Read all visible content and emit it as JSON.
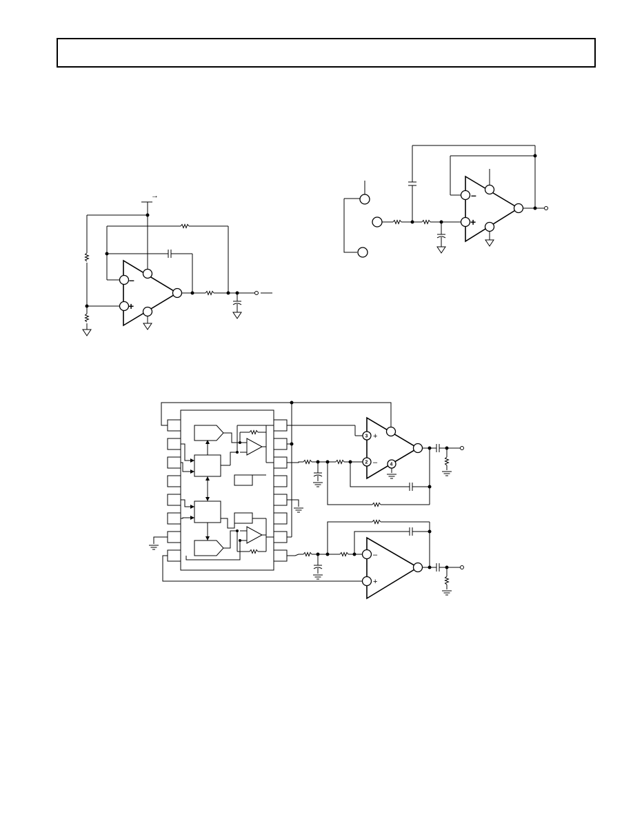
{
  "header": {
    "text": ""
  },
  "symbols": {
    "minus": "–",
    "plus": "+",
    "arrow": "→",
    "pin_3": "3",
    "pin_2": "2",
    "pin_4": "4"
  }
}
